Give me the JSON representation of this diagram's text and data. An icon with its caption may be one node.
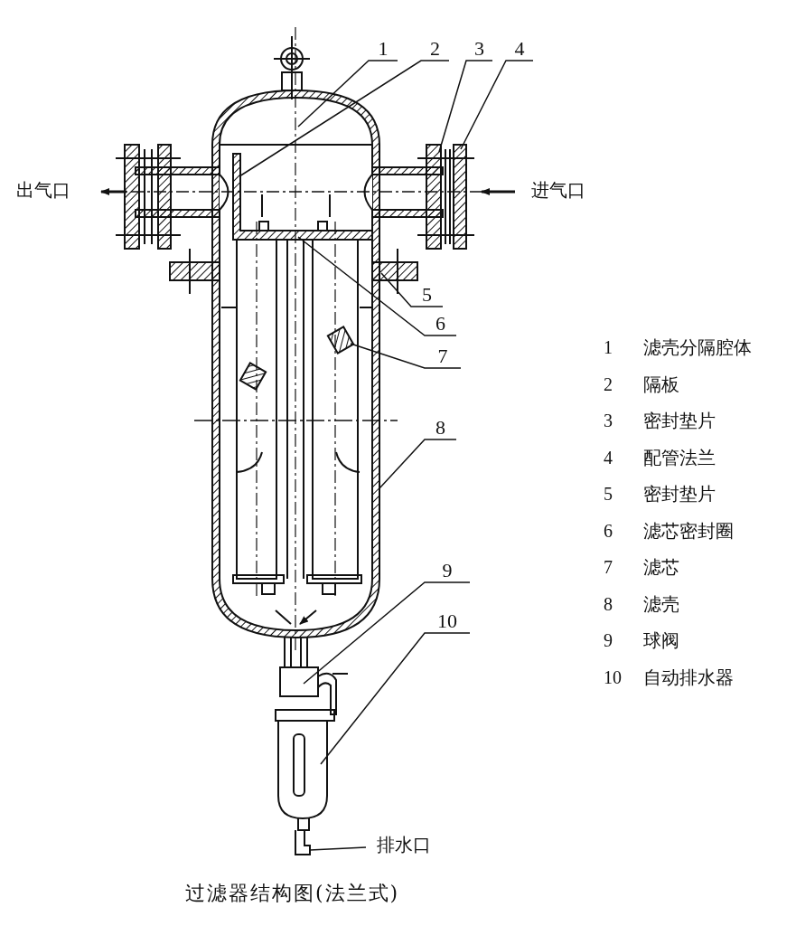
{
  "diagram": {
    "caption": "过滤器结构图(法兰式)",
    "nodes": [
      {
        "text": [
          "1"
        ]
      },
      {
        "text": [
          "2"
        ]
      },
      {
        "text": [
          "3"
        ]
      },
      {
        "text": [
          "4"
        ]
      },
      {
        "text": [
          "5"
        ]
      },
      {
        "text": [
          "6"
        ]
      },
      {
        "text": [
          "7"
        ]
      },
      {
        "text": [
          "8"
        ]
      },
      {
        "text": [
          "9"
        ]
      },
      {
        "text": [
          "10"
        ]
      },
      {
        "text": [
          "排水口"
        ]
      }
    ],
    "edges": [
      {
        "from": 0,
        "to": null,
        "arrow": "none"
      },
      {
        "from": 1,
        "to": null,
        "arrow": "none"
      },
      {
        "from": 2,
        "to": null,
        "arrow": "none"
      },
      {
        "from": 3,
        "to": null,
        "arrow": "none"
      },
      {
        "from": 4,
        "to": null,
        "arrow": "none"
      },
      {
        "from": 5,
        "to": null,
        "arrow": "none"
      },
      {
        "from": 6,
        "to": null,
        "arrow": "none"
      },
      {
        "from": 7,
        "to": null,
        "arrow": "none"
      },
      {
        "from": 8,
        "to": null,
        "arrow": "none"
      },
      {
        "from": 9,
        "to": null,
        "arrow": "none"
      },
      {
        "from": 10,
        "to": null,
        "arrow": "none"
      }
    ],
    "labels": [
      "出气口",
      "进气口",
      "1",
      "滤壳分隔腔体",
      "2",
      "隔板",
      "3",
      "密封垫片",
      "4",
      "配管法兰",
      "5",
      "密封垫片",
      "6",
      "滤芯密封圈",
      "7",
      "滤芯",
      "8",
      "滤壳",
      "9",
      "球阀",
      "10",
      "自动排水器"
    ]
  }
}
